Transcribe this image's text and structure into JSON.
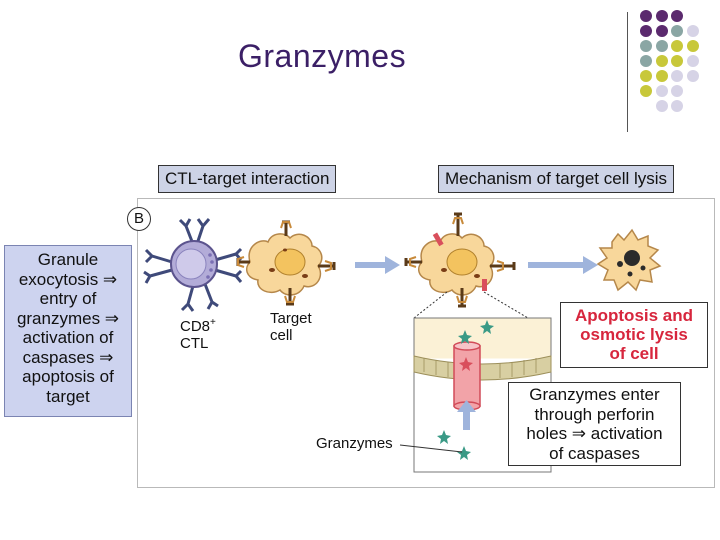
{
  "slide": {
    "title": "Granzymes"
  },
  "panel": {
    "letter": "B",
    "header_left": "CTL-target interaction",
    "header_right": "Mechanism of target cell lysis"
  },
  "sidebar": {
    "lines": [
      "Granule",
      "exocytosis ⇒",
      "entry of",
      "granzymes ⇒",
      "activation of",
      "caspases ⇒",
      "apoptosis of",
      "target"
    ]
  },
  "labels": {
    "ctl_line1": "CD8",
    "ctl_sup": "+",
    "ctl_line2": "CTL",
    "target_line1": "Target",
    "target_line2": "cell",
    "granzymes": "Granzymes"
  },
  "result_box": {
    "lines": [
      "Apoptosis and",
      "osmotic lysis",
      "of cell"
    ]
  },
  "enter_box": {
    "lines": [
      "Granzymes enter",
      "through perforin",
      "holes ⇒ activation",
      "of caspases"
    ]
  },
  "colors": {
    "title": "#3b1f66",
    "header_fill": "#cdd3e6",
    "sidebar_fill": "#cdd3ef",
    "ctl_cell": "#b3acd8",
    "target_cell": "#f8d79b",
    "result_text": "#d7263d",
    "granzyme": "#3a9a86",
    "perforin": "#f2a3a8",
    "dot_purple": "#5b2a6e",
    "dot_teal": "#8aa6a4",
    "dot_olive": "#c8c83a",
    "dot_lilac": "#d6d3e6"
  }
}
